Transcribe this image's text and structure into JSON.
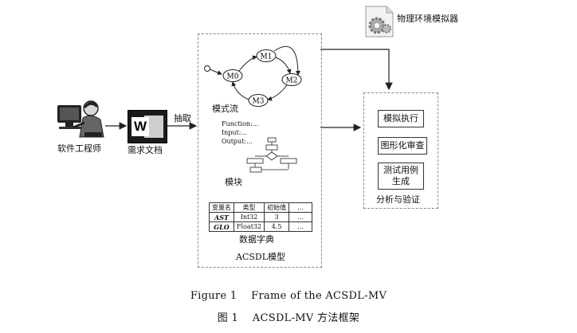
{
  "engineer_label": "软件工程师",
  "doc_label": "需求文档",
  "doc_icon_letter": "W",
  "extract_label": "抽取",
  "simulator_label": "物理环境模拟器",
  "mode_flow": {
    "label": "模式流",
    "states": [
      "M0",
      "M1",
      "M2",
      "M3"
    ]
  },
  "module": {
    "label": "模块",
    "lines": [
      "Function:...",
      "Input:...",
      "Output:..."
    ]
  },
  "data_dict": {
    "label": "数据字典",
    "headers": [
      "变量名",
      "类型",
      "初始值",
      "..."
    ],
    "rows": [
      [
        "AST",
        "Int32",
        "3",
        "..."
      ],
      [
        "GLO",
        "Float32",
        "4.5",
        "..."
      ]
    ]
  },
  "model_label": "ACSDL模型",
  "analysis": {
    "label": "分析与验证",
    "sim_exec": "模拟执行",
    "graph_review": "图形化审查",
    "test_gen_line1": "测试用例",
    "test_gen_line2": "生成"
  },
  "caption_en": "Figure 1    Frame of the ACSDL-MV",
  "caption_zh": "图 1    ACSDL-MV 方法框架"
}
